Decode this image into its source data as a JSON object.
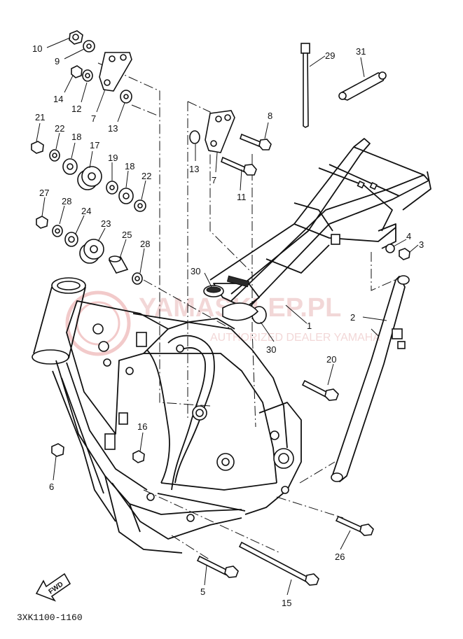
{
  "diagram": {
    "catalog_code": "3XK1100-1160",
    "fwd_label": "FWD",
    "watermark": {
      "title": "YAMASKLEP.PL",
      "subtitle": "AUTHORIZED DEALER YAMAHA"
    },
    "callouts": [
      {
        "id": "c10",
        "label": "10"
      },
      {
        "id": "c9",
        "label": "9"
      },
      {
        "id": "c14",
        "label": "14"
      },
      {
        "id": "c12",
        "label": "12"
      },
      {
        "id": "c7a",
        "label": "7"
      },
      {
        "id": "c13a",
        "label": "13"
      },
      {
        "id": "c21",
        "label": "21"
      },
      {
        "id": "c22a",
        "label": "22"
      },
      {
        "id": "c18a",
        "label": "18"
      },
      {
        "id": "c17",
        "label": "17"
      },
      {
        "id": "c19",
        "label": "19"
      },
      {
        "id": "c18b",
        "label": "18"
      },
      {
        "id": "c22b",
        "label": "22"
      },
      {
        "id": "c27",
        "label": "27"
      },
      {
        "id": "c28a",
        "label": "28"
      },
      {
        "id": "c24",
        "label": "24"
      },
      {
        "id": "c23",
        "label": "23"
      },
      {
        "id": "c25",
        "label": "25"
      },
      {
        "id": "c28b",
        "label": "28"
      },
      {
        "id": "c8",
        "label": "8"
      },
      {
        "id": "c13b",
        "label": "13"
      },
      {
        "id": "c7b",
        "label": "7"
      },
      {
        "id": "c11",
        "label": "11"
      },
      {
        "id": "c29",
        "label": "29"
      },
      {
        "id": "c31",
        "label": "31"
      },
      {
        "id": "c4",
        "label": "4"
      },
      {
        "id": "c3",
        "label": "3"
      },
      {
        "id": "c30a",
        "label": "30"
      },
      {
        "id": "c1",
        "label": "1"
      },
      {
        "id": "c2",
        "label": "2"
      },
      {
        "id": "c30b",
        "label": "30"
      },
      {
        "id": "c20",
        "label": "20"
      },
      {
        "id": "c16",
        "label": "16"
      },
      {
        "id": "c6",
        "label": "6"
      },
      {
        "id": "c26",
        "label": "26"
      },
      {
        "id": "c5",
        "label": "5"
      },
      {
        "id": "c15",
        "label": "15"
      }
    ]
  }
}
